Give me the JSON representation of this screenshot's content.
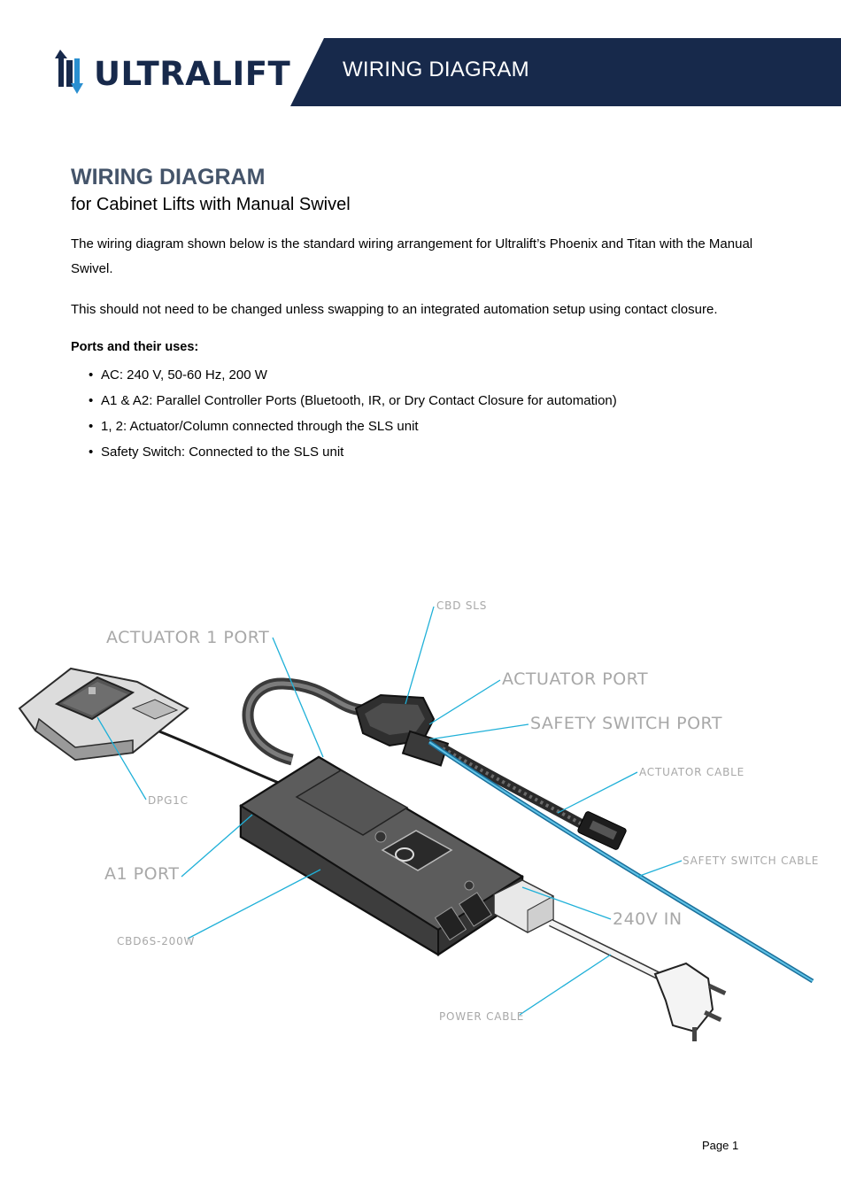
{
  "header": {
    "logo_text": "ULTRALIFT",
    "title": "WIRING DIAGRAM"
  },
  "document": {
    "title": "WIRING DIAGRAM",
    "subtitle": "for Cabinet Lifts with Manual Swivel",
    "paragraph1": "The wiring diagram shown below is the standard wiring arrangement for Ultralift’s Phoenix and Titan with the Manual Swivel.",
    "paragraph2": "This should not need to be changed unless swapping to an integrated automation setup using contact closure.",
    "ports_heading": "Ports and their uses:",
    "ports": [
      "AC: 240 V, 50-60 Hz, 200 W",
      "A1 & A2: Parallel Controller Ports (Bluetooth, IR, or Dry Contact Closure for automation)",
      "1, 2: Actuator/Column connected through the SLS unit",
      "Safety Switch: Connected to the SLS unit"
    ],
    "bullet": "•"
  },
  "diagram": {
    "labels": {
      "cbd_sls": "CBD SLS",
      "actuator_1_port": "ACTUATOR 1 PORT",
      "actuator_port": "ACTUATOR PORT",
      "safety_switch_port": "SAFETY SWITCH PORT",
      "actuator_cable": "ACTUATOR CABLE",
      "dpg1c": "DPG1C",
      "safety_switch_cable": "SAFETY SWITCH CABLE",
      "a1_port": "A1 PORT",
      "v240_in": "240V IN",
      "cbd6s_200w": "CBD6S-200W",
      "power_cable": "POWER CABLE"
    }
  },
  "footer": {
    "page": "Page 1"
  },
  "colors": {
    "navy": "#17294b",
    "title_gray": "#44546a",
    "leader_blue": "#1fb0d8",
    "label_gray": "#a8a8a8"
  }
}
